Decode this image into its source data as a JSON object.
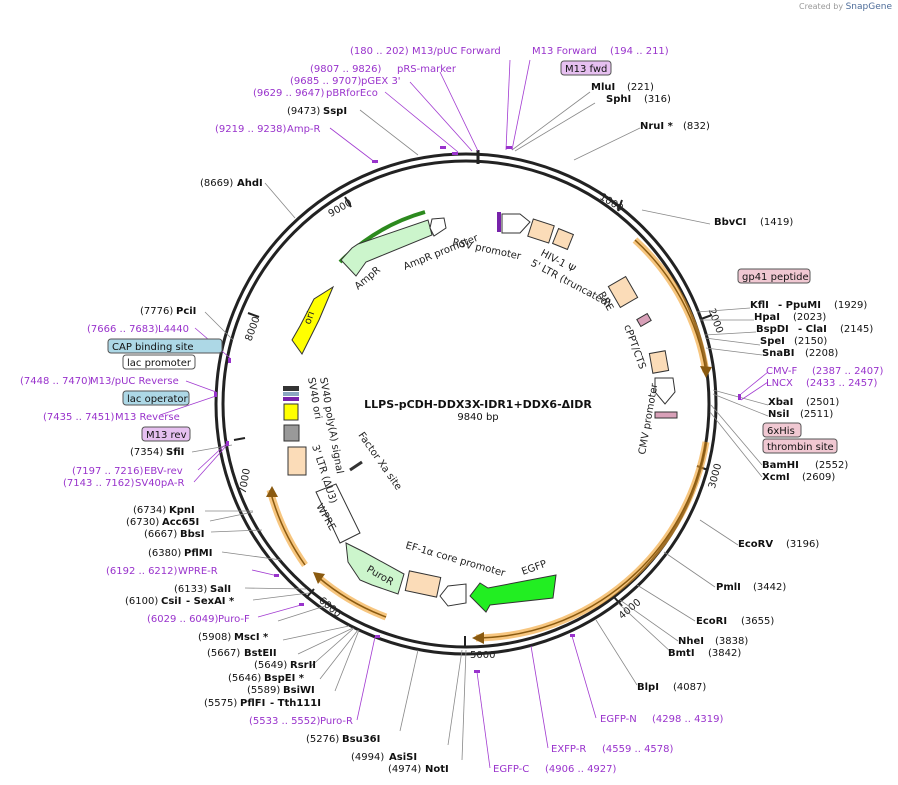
{
  "credit": {
    "prefix": "Created by",
    "brand": "SnapGene"
  },
  "map": {
    "title": "LLPS-pCDH-DDX3X-IDR1+DDX6-ΔIDR",
    "size": "9840 bp",
    "length": 9840,
    "ticks": [
      "1000",
      "2000",
      "3000",
      "4000",
      "5000",
      "6000",
      "7000",
      "8000",
      "9000"
    ]
  },
  "colors": {
    "promoter": "#ffffff",
    "cds_green": "#ccf5cc",
    "egfp": "#22ee22",
    "ori": "#ffff00",
    "ltr": "#fbdcb8",
    "rre": "#fbdcb8",
    "primer": "#9933cc",
    "feature_tag": "#f0c8d2",
    "primer_tag": "#e6c0f0",
    "blue_tag": "#add8e6",
    "orange_arc": "#f2a02a"
  },
  "features": [
    {
      "name": "RSV promoter",
      "icon": "promoter-arrow"
    },
    {
      "name": "HIV-1 Ψ",
      "icon": "ltr-box"
    },
    {
      "name": "5' LTR (truncated)",
      "icon": "ltr-box"
    },
    {
      "name": "RRE",
      "icon": "rre-box"
    },
    {
      "name": "cPPT/CTS",
      "icon": "ltr-box"
    },
    {
      "name": "CMV promoter",
      "icon": "promoter-arrow"
    },
    {
      "name": "EGFP",
      "icon": "cds-arrow"
    },
    {
      "name": "EF-1α core promoter",
      "icon": "promoter-arrow"
    },
    {
      "name": "PuroR",
      "icon": "cds-arrow"
    },
    {
      "name": "WPRE",
      "icon": "box"
    },
    {
      "name": "3' LTR (ΔU3)",
      "icon": "ltr-box"
    },
    {
      "name": "SV40 poly(A) signal",
      "icon": "box"
    },
    {
      "name": "SV40 ori",
      "icon": "box"
    },
    {
      "name": "ori",
      "icon": "ori-arrow"
    },
    {
      "name": "AmpR",
      "icon": "cds-arrow"
    },
    {
      "name": "AmpR promoter",
      "icon": "promoter-arrow"
    },
    {
      "name": "Factor Xa site",
      "icon": "site"
    }
  ],
  "tags": [
    {
      "name": "M13 fwd"
    },
    {
      "name": "gp41 peptide"
    },
    {
      "name": "6xHis"
    },
    {
      "name": "thrombin site"
    },
    {
      "name": "CAP binding site"
    },
    {
      "name": "lac promoter"
    },
    {
      "name": "lac operator"
    },
    {
      "name": "M13 rev"
    }
  ],
  "enzymes": [
    {
      "name": "MluI",
      "pos": "(221)"
    },
    {
      "name": "SphI",
      "pos": "(316)"
    },
    {
      "name": "NruI *",
      "pos": "(832)"
    },
    {
      "name": "BbvCI",
      "pos": "(1419)"
    },
    {
      "name": "KflI",
      "name2": "- PpuMI",
      "pos": "(1929)"
    },
    {
      "name": "HpaI",
      "pos": "(2023)"
    },
    {
      "name": "BspDI",
      "name2": "- ClaI",
      "pos": "(2145)"
    },
    {
      "name": "SpeI",
      "pos": "(2150)"
    },
    {
      "name": "SnaBI",
      "pos": "(2208)"
    },
    {
      "name": "XbaI",
      "pos": "(2501)"
    },
    {
      "name": "NsiI",
      "pos": "(2511)"
    },
    {
      "name": "BamHI",
      "pos": "(2552)"
    },
    {
      "name": "XcmI",
      "pos": "(2609)"
    },
    {
      "name": "EcoRV",
      "pos": "(3196)"
    },
    {
      "name": "PmlI",
      "pos": "(3442)"
    },
    {
      "name": "EcoRI",
      "pos": "(3655)"
    },
    {
      "name": "NheI",
      "pos": "(3838)"
    },
    {
      "name": "BmtI",
      "pos": "(3842)"
    },
    {
      "name": "BlpI",
      "pos": "(4087)"
    },
    {
      "name": "NotI",
      "pos": "(4974)"
    },
    {
      "name": "AsiSI",
      "pos": "(4994)"
    },
    {
      "name": "Bsu36I",
      "pos": "(5276)"
    },
    {
      "name": "PflFI",
      "name2": "- Tth111I",
      "pos": "(5575)"
    },
    {
      "name": "BsiWI",
      "pos": "(5589)"
    },
    {
      "name": "BspEI *",
      "pos": "(5646)"
    },
    {
      "name": "RsrII",
      "pos": "(5649)"
    },
    {
      "name": "BstEII",
      "pos": "(5667)"
    },
    {
      "name": "MscI *",
      "pos": "(5908)"
    },
    {
      "name": "CsiI",
      "name2": "- SexAI *",
      "pos": "(6100)"
    },
    {
      "name": "SalI",
      "pos": "(6133)"
    },
    {
      "name": "PflMI",
      "pos": "(6380)"
    },
    {
      "name": "BbsI",
      "pos": "(6667)"
    },
    {
      "name": "Acc65I",
      "pos": "(6730)"
    },
    {
      "name": "KpnI",
      "pos": "(6734)"
    },
    {
      "name": "SfiI",
      "pos": "(7354)"
    },
    {
      "name": "PciI",
      "pos": "(7776)"
    },
    {
      "name": "AhdI",
      "pos": "(8669)"
    },
    {
      "name": "SspI",
      "pos": "(9473)"
    }
  ],
  "primers": [
    {
      "name": "M13/pUC Forward",
      "range": "(180 .. 202)"
    },
    {
      "name": "M13 Forward",
      "range": "(194 .. 211)"
    },
    {
      "name": "pRS-marker",
      "range": "(9807 .. 9826)"
    },
    {
      "name": "pGEX 3'",
      "range": "(9685 .. 9707)"
    },
    {
      "name": "pBRforEco",
      "range": "(9629 .. 9647)"
    },
    {
      "name": "Amp-R",
      "range": "(9219 .. 9238)"
    },
    {
      "name": "CMV-F",
      "range": "(2387 .. 2407)"
    },
    {
      "name": "LNCX",
      "range": "(2433 .. 2457)"
    },
    {
      "name": "L4440",
      "range": "(7666 .. 7683)"
    },
    {
      "name": "M13/pUC Reverse",
      "range": "(7448 .. 7470)"
    },
    {
      "name": "M13 Reverse",
      "range": "(7435 .. 7451)"
    },
    {
      "name": "EBV-rev",
      "range": "(7197 .. 7216)"
    },
    {
      "name": "SV40pA-R",
      "range": "(7143 .. 7162)"
    },
    {
      "name": "WPRE-R",
      "range": "(6192 .. 6212)"
    },
    {
      "name": "Puro-F",
      "range": "(6029 .. 6049)"
    },
    {
      "name": "Puro-R",
      "range": "(5533 .. 5552)"
    },
    {
      "name": "EGFP-N",
      "range": "(4298 .. 4319)"
    },
    {
      "name": "EXFP-R",
      "range": "(4559 .. 4578)"
    },
    {
      "name": "EGFP-C",
      "range": "(4906 .. 4927)"
    }
  ]
}
